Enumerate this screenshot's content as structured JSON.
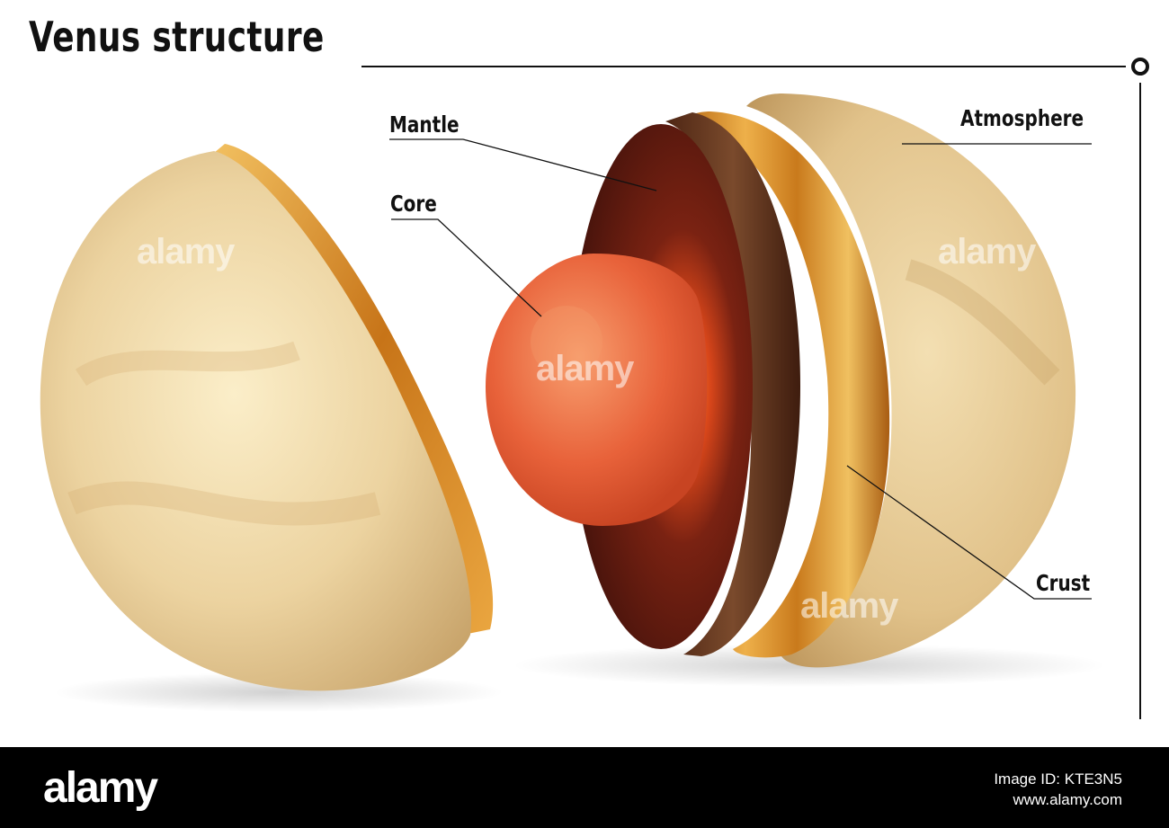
{
  "title": "Venus structure",
  "labels": {
    "mantle": "Mantle",
    "core": "Core",
    "atmosphere": "Atmosphere",
    "crust": "Crust"
  },
  "watermark": "alamy",
  "footer": {
    "logo": "alamy",
    "image_id": "Image ID: KTE3N5",
    "site": "www.alamy.com"
  },
  "colors": {
    "atmosphere": "#e8cc96",
    "crust": "#d58a24",
    "mantle": "#5c1a10",
    "mantle_outer": "#6a3a22",
    "core": "#e7603c",
    "line": "#111111",
    "footer_bg": "#000000"
  }
}
